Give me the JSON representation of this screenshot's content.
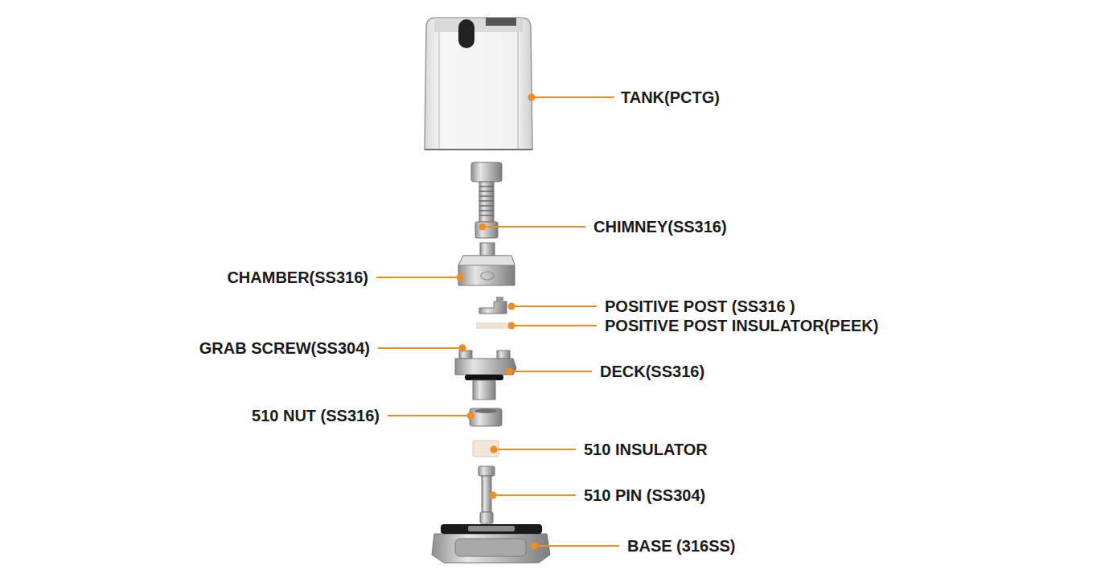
{
  "diagram": {
    "labels": [
      "TANK(PCTG)",
      "CHIMNEY(SS316)",
      "CHAMBER(SS316)",
      "POSITIVE POST (SS316 )",
      "POSITIVE POST INSULATOR(PEEK)",
      "GRAB SCREW(SS304)",
      "DECK(SS316)",
      "510 NUT (SS316)",
      "510 INSULATOR",
      "510 PIN (SS304)",
      "BASE (316SS)"
    ]
  }
}
